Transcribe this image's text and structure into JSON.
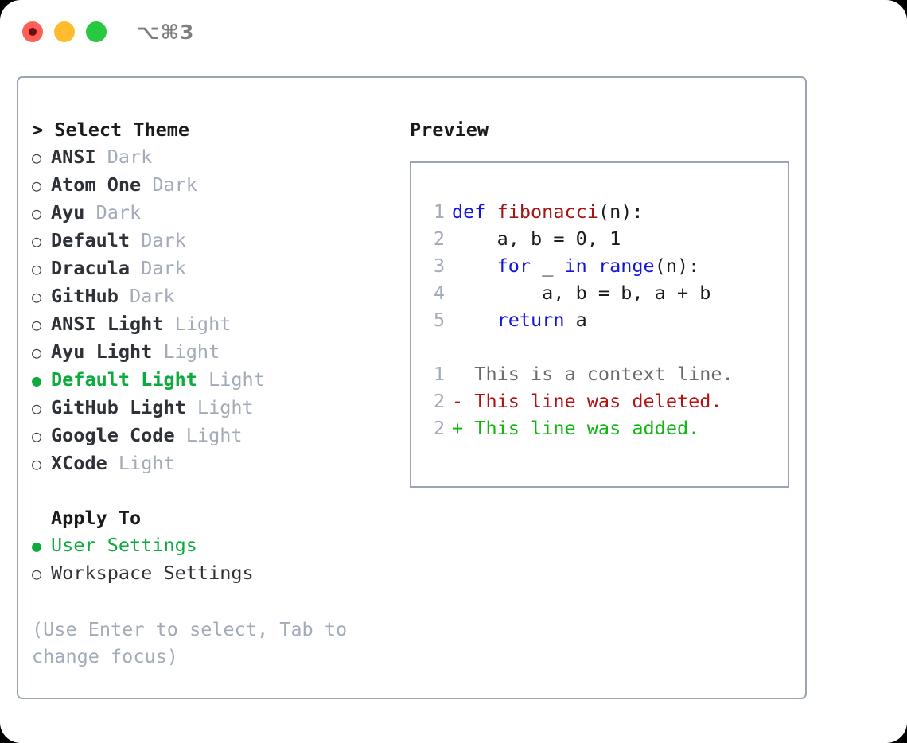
{
  "titlebar": {
    "traffic_lights": [
      "close",
      "minimize",
      "maximize"
    ],
    "shortcut": "⌥⌘3",
    "colors": {
      "close": "#ff5f57",
      "minimize": "#ffbd2e",
      "maximize": "#28c840"
    }
  },
  "theme_picker": {
    "heading": "> Select Theme",
    "marker_selected": "●",
    "marker_unselected": "○",
    "accent": "#0cab3d",
    "items": [
      {
        "marker": "○",
        "label": "ANSI",
        "kind": " Dark",
        "selected": false
      },
      {
        "marker": "○",
        "label": "Atom One",
        "kind": " Dark",
        "selected": false
      },
      {
        "marker": "○",
        "label": "Ayu",
        "kind": " Dark",
        "selected": false
      },
      {
        "marker": "○",
        "label": "Default",
        "kind": " Dark",
        "selected": false
      },
      {
        "marker": "○",
        "label": "Dracula",
        "kind": " Dark",
        "selected": false
      },
      {
        "marker": "○",
        "label": "GitHub",
        "kind": " Dark",
        "selected": false
      },
      {
        "marker": "○",
        "label": "ANSI Light",
        "kind": " Light",
        "selected": false
      },
      {
        "marker": "○",
        "label": "Ayu Light",
        "kind": " Light",
        "selected": false
      },
      {
        "marker": "●",
        "label": "Default Light",
        "kind": " Light",
        "selected": true
      },
      {
        "marker": "○",
        "label": "GitHub Light",
        "kind": " Light",
        "selected": false
      },
      {
        "marker": "○",
        "label": "Google Code",
        "kind": " Light",
        "selected": false
      },
      {
        "marker": "○",
        "label": "XCode",
        "kind": " Light",
        "selected": false
      }
    ]
  },
  "apply_to": {
    "heading": "Apply To",
    "items": [
      {
        "marker": "●",
        "label": "User Settings",
        "selected": true
      },
      {
        "marker": "○",
        "label": "Workspace Settings",
        "selected": false
      }
    ]
  },
  "hint": "(Use Enter to select, Tab to change focus)",
  "preview": {
    "title": "Preview",
    "code": [
      {
        "no": "1",
        "tokens": [
          {
            "t": "def ",
            "c": "kw"
          },
          {
            "t": "fibonacci",
            "c": "fn"
          },
          {
            "t": "(n):",
            "c": "pl"
          }
        ]
      },
      {
        "no": "2",
        "tokens": [
          {
            "t": "    a, b = 0, 1",
            "c": "pl"
          }
        ]
      },
      {
        "no": "3",
        "tokens": [
          {
            "t": "    ",
            "c": "pl"
          },
          {
            "t": "for",
            "c": "kw"
          },
          {
            "t": " _ ",
            "c": "pl"
          },
          {
            "t": "in",
            "c": "kw"
          },
          {
            "t": " ",
            "c": "pl"
          },
          {
            "t": "range",
            "c": "kw"
          },
          {
            "t": "(n):",
            "c": "pl"
          }
        ]
      },
      {
        "no": "4",
        "tokens": [
          {
            "t": "        a, b = b, a + b",
            "c": "pl"
          }
        ]
      },
      {
        "no": "5",
        "tokens": [
          {
            "t": "    ",
            "c": "pl"
          },
          {
            "t": "return",
            "c": "kw"
          },
          {
            "t": " a",
            "c": "pl"
          }
        ]
      }
    ],
    "diff": [
      {
        "no": "1",
        "sign": "  ",
        "text": "This is a context line.",
        "cls": "diff-ctx"
      },
      {
        "no": "2",
        "sign": "- ",
        "text": "This line was deleted.",
        "cls": "diff-del"
      },
      {
        "no": "2",
        "sign": "+ ",
        "text": "This line was added.",
        "cls": "diff-add"
      }
    ],
    "colors": {
      "keyword": "#1414e0",
      "function": "#a81414",
      "plain": "#1c1c1c",
      "lineno": "#a3abb9",
      "diff_context": "#6c6c6c",
      "diff_deleted": "#b31212",
      "diff_added": "#10b510",
      "border": "#9aa4b4"
    }
  }
}
